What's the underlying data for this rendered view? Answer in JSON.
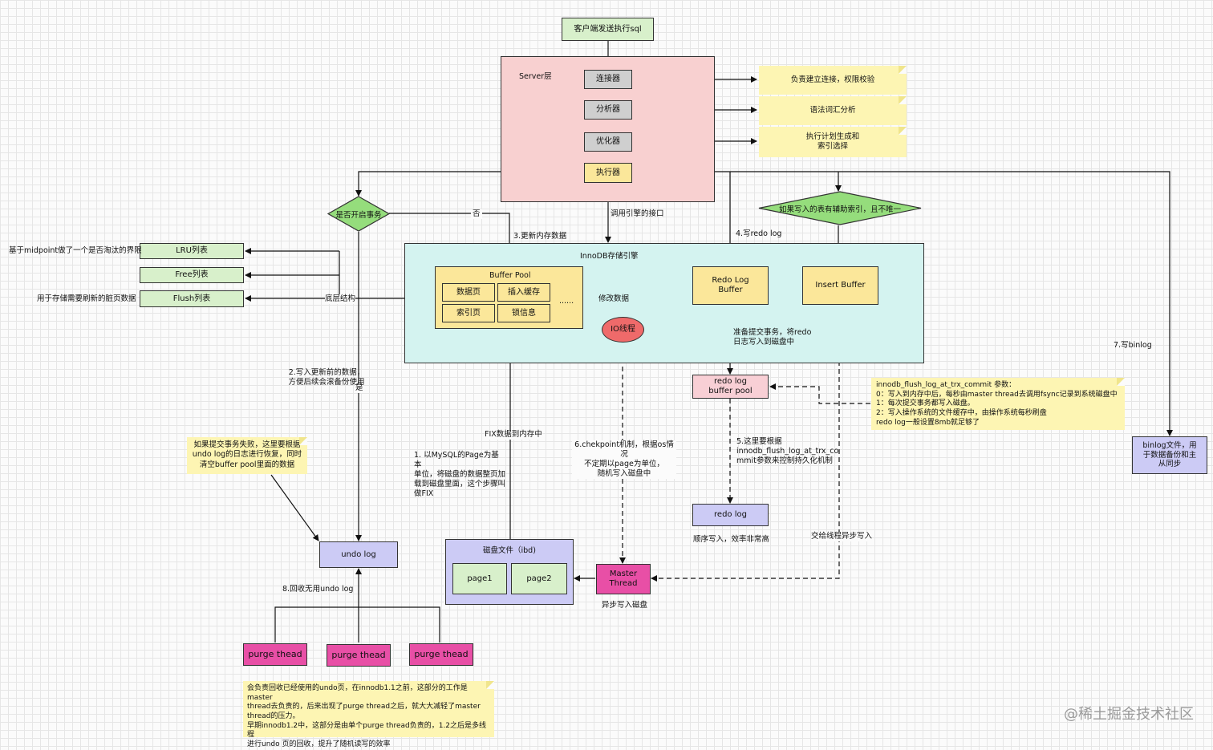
{
  "client": "客户端发送执行sql",
  "server": {
    "title": "Server层",
    "connector": "连接器",
    "analyzer": "分析器",
    "optimizer": "优化器",
    "executor": "执行器"
  },
  "notes": {
    "connector": "负责建立连接，权限校验",
    "analyzer": "语法词汇分析",
    "optimizer": "执行计划生成和\n索引选择",
    "undo_fail": "如果提交事务失败，这里要根据\nundo log的日志进行恢复，同时\n清空buffer pool里面的数据",
    "flush_param": "innodb_flush_log_at_trx_commit 参数：\n0：写入到内存中后，每秒由master thread去调用fsync记录到系统磁盘中\n1：每次提交事务都写入磁盘。\n2：写入操作系统的文件缓存中，由操作系统每秒刷盘\nredo log一般设置8mb就足够了",
    "purge": "会负责回收已经使用的undo页，在innodb1.1之前，这部分的工作是master\nthread去负责的，后来出现了purge thread之后，就大大减轻了master\nthread的压力。\n早期innodb1.2中，这部分是由单个purge thread负责的，1.2之后是多线程\n进行undo 页的回收，提升了随机读写的效率"
  },
  "decisions": {
    "transaction": "是否开启事务",
    "secondary_index": "如果写入的表有辅助索引，且不唯一"
  },
  "innodb": {
    "title": "InnoDB存储引擎",
    "buffer_pool": "Buffer Pool",
    "data_page": "数据页",
    "insert_cache": "插入缓存",
    "index_page": "索引页",
    "lock_info": "锁信息",
    "ellipsis": "......",
    "redo_log_buffer": "Redo Log\nBuffer",
    "insert_buffer": "Insert Buffer",
    "io_thread": "IO线程"
  },
  "lists": {
    "lru": "LRU列表",
    "free": "Free列表",
    "flush": "Flush列表",
    "lru_desc": "基于midpoint做了一个是否淘汰的界限",
    "flush_desc": "用于存储需要刷新的脏页数据",
    "bottom_structure": "底层结构"
  },
  "nodes": {
    "redo_log_buffer_pool": "redo log\nbuffer pool",
    "redo_log": "redo log",
    "binlog_file": "binlog文件，用\n于数据备份和主\n从同步",
    "undo_log": "undo log",
    "disk_file": "磁盘文件（ibd)",
    "page1": "page1",
    "page2": "page2",
    "master_thread": "Master\nThread",
    "purge1": "purge thead",
    "purge2": "purge thead",
    "purge3": "purge thead"
  },
  "edge_labels": {
    "no": "否",
    "yes": "是",
    "call_engine": "调用引擎的接口",
    "update_mem": "3.更新内存数据",
    "write_redo": "4.写redo log",
    "write_binlog": "7.写binlog",
    "modify_data": "修改数据",
    "prepare_commit": "准备提交事务，将redo\n日志写入到磁盘中",
    "write_before": "2.写入更新前的数据，\n方便后续会滚备份使用",
    "fix_to_mem": "FIX数据到内存中",
    "fix_desc": "1. 以MySQL的Page为基本\n单位，将磁盘的数据整页加\n载到磁盘里面，这个步骤叫\n做FIX",
    "checkpoint": "6.chekpoint机制，根据os情况\n不定期以page为单位，\n随机写入磁盘中",
    "persist": "5.这里要根据\ninnodb_flush_log_at_trx_co\nmmit参数来控制持久化机制",
    "sequential": "顺序写入，效率非常高",
    "async_write": "交给线程异步写入",
    "async_disk": "异步写入磁盘",
    "reclaim_undo": "8.回收无用undo log"
  },
  "watermark": "@稀土掘金技术社区",
  "colors": {
    "server_bg": "#f8d0d0",
    "innodb_bg": "#d4f3f0",
    "note_bg": "#fdf5b3",
    "decision_bg": "#95dd7c",
    "purge_bg": "#e84fa6",
    "blue_bg": "#cccbf5",
    "pink_bg": "#f8cfd5"
  }
}
